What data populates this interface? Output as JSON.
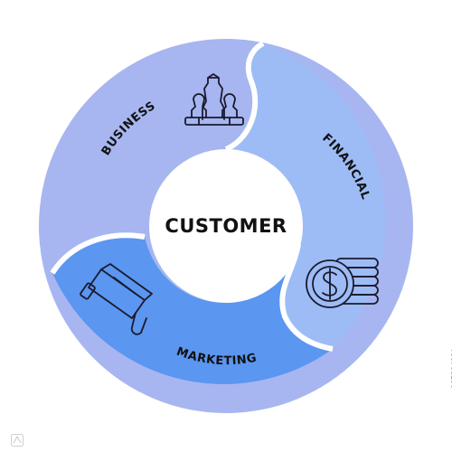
{
  "diagram": {
    "center": {
      "label": "CUSTOMER"
    },
    "segments": [
      {
        "id": "business",
        "label": "BUSINESS",
        "icon": "chess-pieces-icon",
        "color": "#a7b6f0"
      },
      {
        "id": "financial",
        "label": "FINANCIAL",
        "icon": "dollar-coins-icon",
        "color": "#9dbcf6"
      },
      {
        "id": "marketing",
        "label": "MARKETING",
        "icon": "megaphone-icon",
        "color": "#5b96f0"
      }
    ],
    "colors": {
      "outline": "#ffffff",
      "icon_stroke": "#1a1a2e",
      "text": "#111111"
    }
  },
  "watermark": {
    "id_text": "927334221",
    "logo": "adobe-stock-logo-icon"
  }
}
